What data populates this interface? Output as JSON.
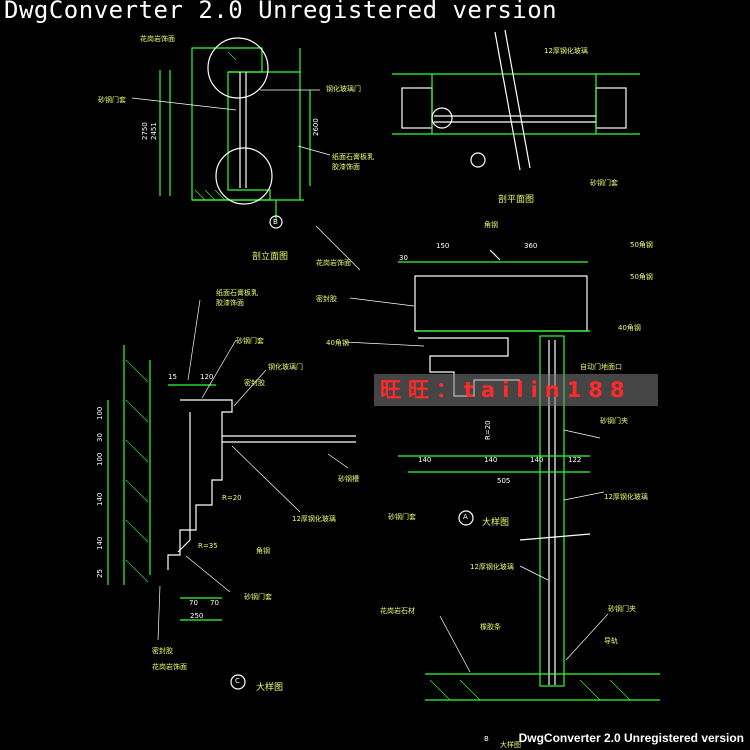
{
  "watermarks": {
    "top": "DwgConverter 2.0 Unregistered version",
    "bottom": "DwgConverter 2.0 Unregistered version",
    "overlay": "旺旺：tailin188"
  },
  "views": {
    "elevation_section": {
      "title": "剖立面图",
      "labels": [
        "花岗岩饰面",
        "砂钢门套",
        "钢化玻璃门",
        "纸面石膏板乳胶漆饰面"
      ],
      "dims": [
        "2750",
        "2451",
        "2600"
      ]
    },
    "plan_section": {
      "title": "剖平面图",
      "labels": [
        "12厚钢化玻璃",
        "砂钢门套"
      ]
    },
    "detail_a": {
      "title": "大样图",
      "marker": "A",
      "labels": [
        "角钢",
        "花岗岩饰面",
        "密封胶",
        "50角钢",
        "50角钢",
        "40角钢",
        "40角钢",
        "自动门地面口",
        "砂钢门夹",
        "砂钢门套",
        "12厚钢化玻璃",
        "12厚钢化玻璃",
        "花岗岩石材",
        "橡胶条",
        "砂钢门夹",
        "导轨"
      ],
      "dims": [
        "30",
        "150",
        "360",
        "140",
        "140",
        "140",
        "122",
        "505",
        "R=20"
      ]
    },
    "detail_c": {
      "title": "大样图",
      "marker": "C",
      "labels": [
        "纸面石膏板乳胶漆饰面",
        "砂钢门套",
        "钢化玻璃门",
        "密封胶",
        "砂钢槽",
        "R=20",
        "12厚钢化玻璃",
        "角钢",
        "R=35",
        "砂钢门套",
        "密封胶",
        "花岗岩饰面"
      ],
      "dims": [
        "15",
        "120",
        "100",
        "30",
        "100",
        "140",
        "140",
        "25",
        "70",
        "70",
        "250"
      ]
    },
    "markers": {
      "b": "B",
      "bottom_b": "B",
      "bottom_title": "大样图"
    }
  }
}
